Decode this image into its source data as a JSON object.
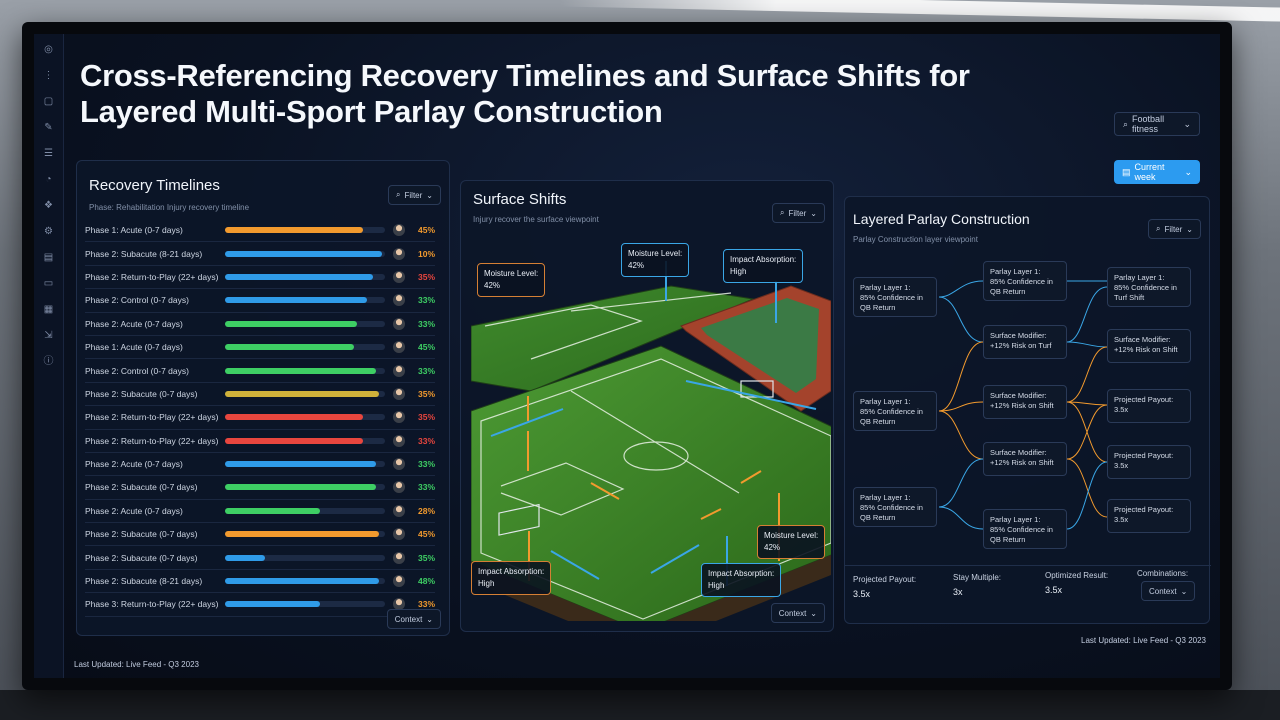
{
  "header": {
    "title_line1": "Cross-Referencing Recovery Timelines and Surface Shifts for",
    "title_line2": "Layered Multi-Sport Parlay Construction",
    "top_select": "Football fitness",
    "primary_button": "Current week"
  },
  "recovery": {
    "title": "Recovery Timelines",
    "subtitle": "Phase: Rehabilitation Injury recovery timeline",
    "filter": "Filter",
    "rows": [
      {
        "label": "Phase 1: Acute (0-7 days)",
        "value": 45,
        "pct": "45%",
        "color": "#f29a2e",
        "pct_color": "#f29a2e"
      },
      {
        "label": "Phase 2: Subacute (8-21 days)",
        "value": 51,
        "pct": "10%",
        "color": "#2f9be8",
        "pct_color": "#f29a2e"
      },
      {
        "label": "Phase 2: Return-to-Play (22+ days)",
        "value": 48,
        "pct": "35%",
        "color": "#2f9be8",
        "pct_color": "#e8463e"
      },
      {
        "label": "Phase 2: Control (0-7 days)",
        "value": 46,
        "pct": "33%",
        "color": "#2f9be8",
        "pct_color": "#3ecf64"
      },
      {
        "label": "Phase 2: Acute (0-7 days)",
        "value": 43,
        "pct": "33%",
        "color": "#3ecf64",
        "pct_color": "#3ecf64"
      },
      {
        "label": "Phase 1: Acute (0-7 days)",
        "value": 42,
        "pct": "45%",
        "color": "#3ecf64",
        "pct_color": "#3ecf64"
      },
      {
        "label": "Phase 2: Control (0-7 days)",
        "value": 49,
        "pct": "33%",
        "color": "#3ecf64",
        "pct_color": "#3ecf64"
      },
      {
        "label": "Phase 2: Subacute (0-7 days)",
        "value": 50,
        "pct": "35%",
        "color": "#cfb13a",
        "pct_color": "#f29a2e"
      },
      {
        "label": "Phase 2: Return-to-Play (22+ days)",
        "value": 45,
        "pct": "35%",
        "color": "#e8463e",
        "pct_color": "#e8463e"
      },
      {
        "label": "Phase 2: Return-to-Play (22+ days)",
        "value": 45,
        "pct": "33%",
        "color": "#e8463e",
        "pct_color": "#e8463e"
      },
      {
        "label": "Phase 2: Acute (0-7 days)",
        "value": 49,
        "pct": "33%",
        "color": "#2f9be8",
        "pct_color": "#3ecf64"
      },
      {
        "label": "Phase 2: Subacute (0-7 days)",
        "value": 49,
        "pct": "33%",
        "color": "#3ecf64",
        "pct_color": "#3ecf64"
      },
      {
        "label": "Phase 2: Acute (0-7 days)",
        "value": 31,
        "pct": "28%",
        "color": "#3ecf64",
        "pct_color": "#f29a2e"
      },
      {
        "label": "Phase 2: Subacute (0-7 days)",
        "value": 50,
        "pct": "45%",
        "color": "#f29a2e",
        "pct_color": "#f29a2e"
      },
      {
        "label": "Phase 2: Subacute (0-7 days)",
        "value": 13,
        "pct": "35%",
        "color": "#2f9be8",
        "pct_color": "#3ecf64"
      },
      {
        "label": "Phase 2: Subacute (8-21 days)",
        "value": 50,
        "pct": "48%",
        "color": "#2f9be8",
        "pct_color": "#3ecf64"
      },
      {
        "label": "Phase 3: Return-to-Play (22+ days)",
        "value": 31,
        "pct": "33%",
        "color": "#2f9be8",
        "pct_color": "#f29a2e"
      }
    ],
    "footer_dd": "Context"
  },
  "surface": {
    "title": "Surface Shifts",
    "subtitle": "Injury recover the surface viewpoint",
    "filter": "Filter",
    "callouts": {
      "m1": "Moisture Level:\n42%",
      "m2": "Moisture Level:\n42%",
      "i1": "Impact Absorption:\nHigh",
      "m3": "Moisture Level:\n42%",
      "i2": "Impact Absorption:\nHigh",
      "i3": "Impact Absorption:\nHigh"
    },
    "footer_dd": "Context"
  },
  "parlay": {
    "title": "Layered Parlay Construction",
    "subtitle": "Parlay Construction layer viewpoint",
    "filter": "Filter",
    "nodes": {
      "a1": "Parlay Layer 1:\n85% Confidence in\nQB Return",
      "a2": "Parlay Layer 1:\n85% Confidence in\nQB Return",
      "a3": "Parlay Layer 1:\n85% Confidence in\nQB Return",
      "b1": "Parlay Layer 1:\n85% Confidence in\nQB Return",
      "b2": "Surface Modifier:\n+12% Risk on Turf",
      "b3": "Surface Modifier:\n+12% Risk on Shift",
      "b4": "Surface Modifier:\n+12% Risk on Shift",
      "b5": "Parlay Layer 1:\n85% Confidence in\nQB Return",
      "c1": "Parlay Layer 1:\n85% Confidence in\nTurf Shift",
      "c2": "Surface Modifier:\n+12% Risk on Shift",
      "c3": "Projected Payout:\n3.5x",
      "c4": "Projected Payout:\n3.5x",
      "c5": "Projected Payout:\n3.5x"
    },
    "stats": [
      {
        "label": "Projected Payout:",
        "value": "3.5x"
      },
      {
        "label": "Stay Multiple:",
        "value": "3x"
      },
      {
        "label": "Optimized Result:",
        "value": "3.5x"
      },
      {
        "label": "Combinations:",
        "value": ""
      }
    ],
    "footer_dd": "Context"
  },
  "footer": {
    "left": "Last Updated: Live Feed - Q3 2023",
    "right": "Last Updated: Live Feed - Q3 2023"
  }
}
